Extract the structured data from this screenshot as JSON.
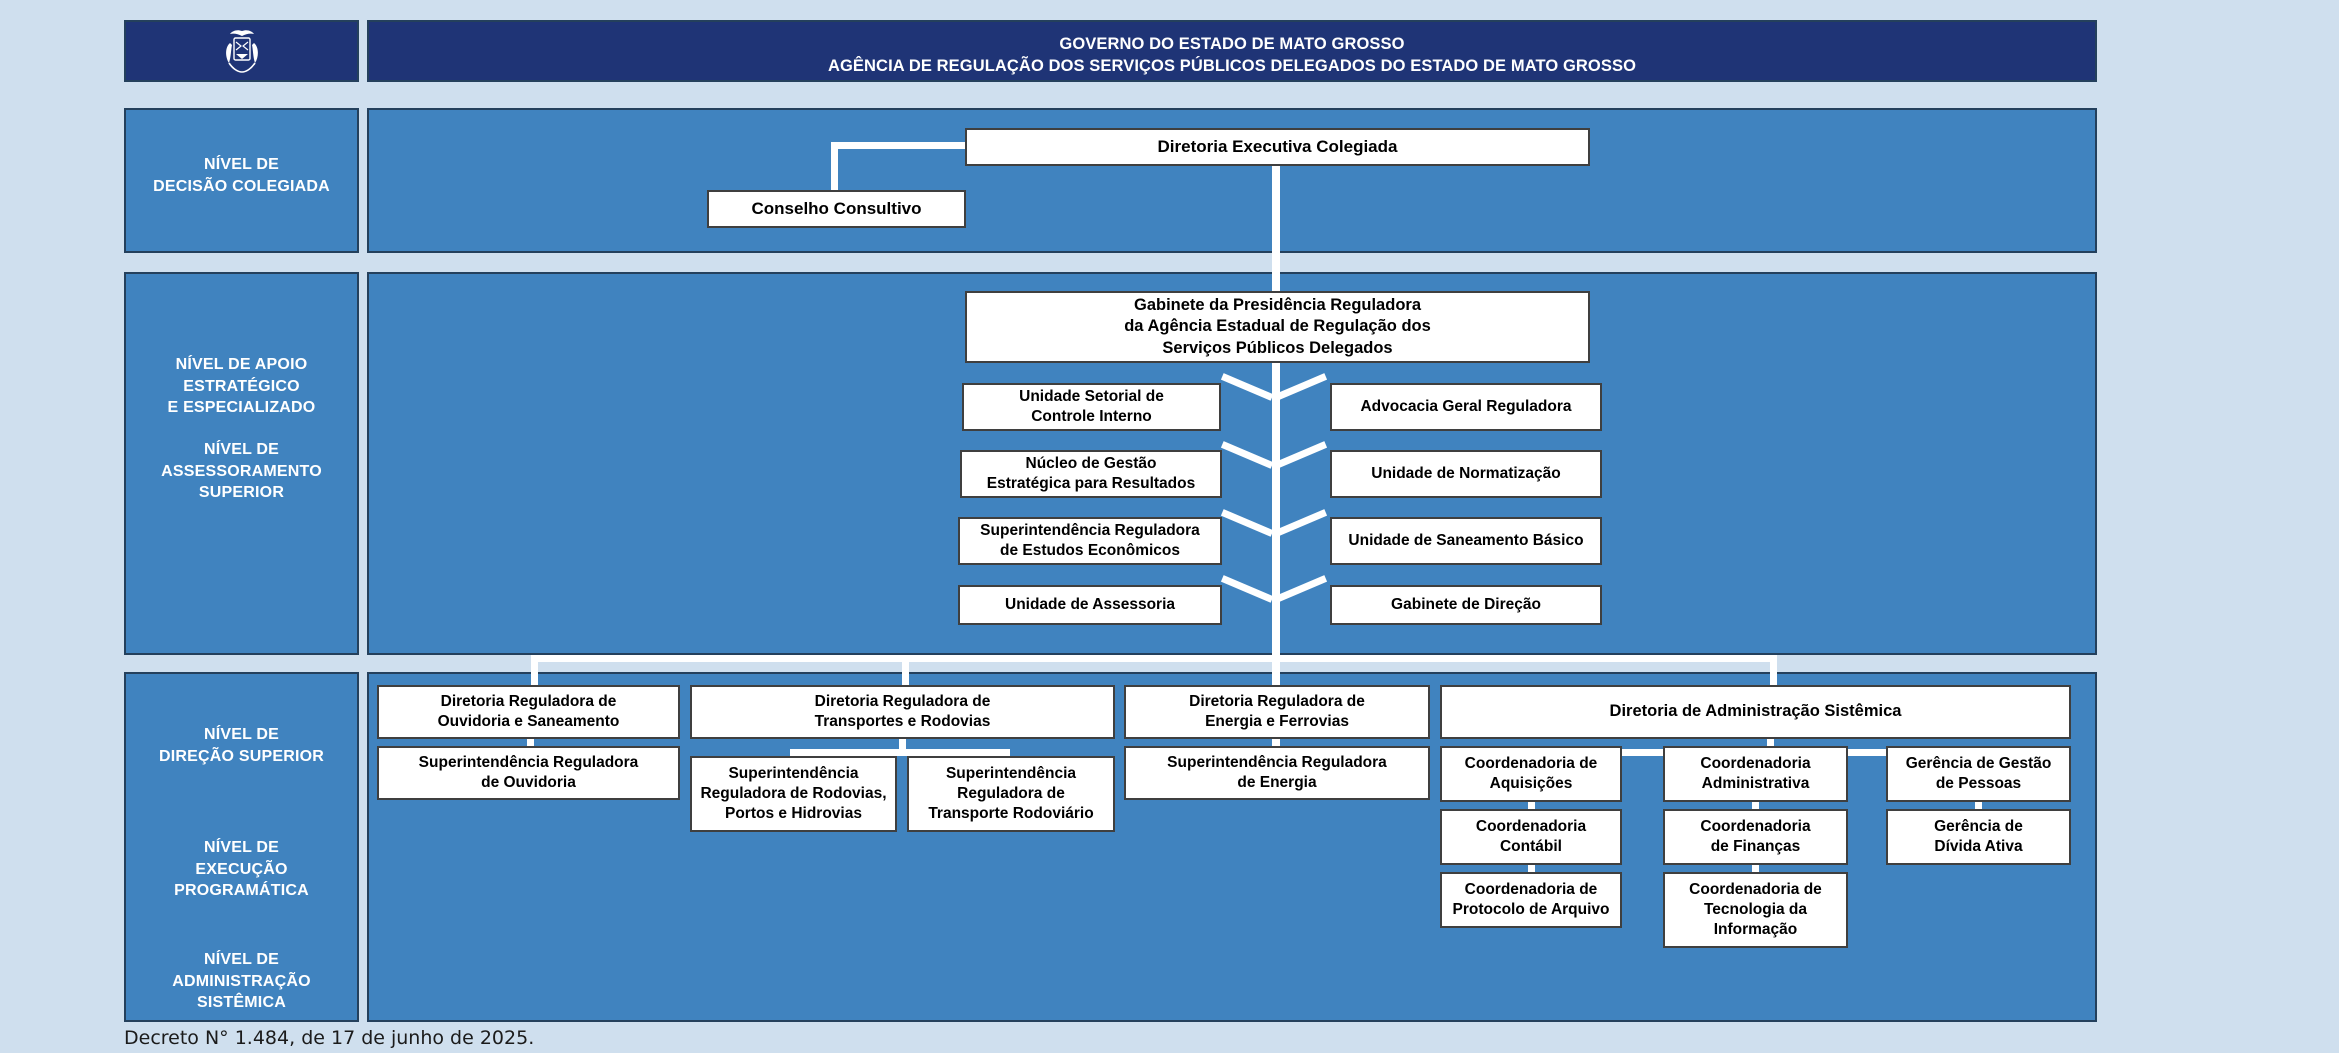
{
  "header": {
    "line1": "GOVERNO DO ESTADO DE MATO GROSSO",
    "line2": "AGÊNCIA DE REGULAÇÃO DOS SERVIÇOS PÚBLICOS DELEGADOS DO ESTADO DE MATO GROSSO",
    "crest_icon": "mato-grosso-coat-of-arms-icon"
  },
  "levels": {
    "decisao": "NÍVEL DE\nDECISÃO COLEGIADA",
    "apoio": "NÍVEL DE APOIO\nESTRATÉGICO\nE ESPECIALIZADO",
    "assessoramento": "NÍVEL DE\nASSESSORAMENTO\nSUPERIOR",
    "direcao": "NÍVEL DE\nDIREÇÃO SUPERIOR",
    "execucao": "NÍVEL DE\nEXECUÇÃO PROGRAMÁTICA",
    "administracao": "NÍVEL DE\nADMINISTRAÇÃO SISTÊMICA"
  },
  "nodes": {
    "diretoria_executiva": "Diretoria Executiva Colegiada",
    "conselho_consultivo": "Conselho Consultivo",
    "gabinete_presidencia": "Gabinete da Presidência Reguladora\nda Agência Estadual de Regulação dos\nServiços Públicos Delegados",
    "controle_interno": "Unidade Setorial de\nControle Interno",
    "advocacia": "Advocacia Geral Reguladora",
    "nucleo_gestao": "Núcleo de Gestão\nEstratégica para Resultados",
    "normatizacao": "Unidade de Normatização",
    "estudos_economicos": "Superintendência Reguladora\nde Estudos Econômicos",
    "saneamento_basico": "Unidade de Saneamento Básico",
    "assessoria": "Unidade de Assessoria",
    "gabinete_direcao": "Gabinete de Direção",
    "dir_ouvidoria": "Diretoria Reguladora de\nOuvidoria e Saneamento",
    "sup_ouvidoria": "Superintendência Reguladora\nde Ouvidoria",
    "dir_transportes": "Diretoria Reguladora de\nTransportes e Rodovias",
    "sup_rodovias": "Superintendência\nReguladora de Rodovias,\nPortos e Hidrovias",
    "sup_transporte_rodoviario": "Superintendência\nReguladora de\nTransporte Rodoviário",
    "dir_energia": "Diretoria Reguladora de\nEnergia e Ferrovias",
    "sup_energia": "Superintendência Reguladora\nde Energia",
    "dir_administracao": "Diretoria de Administração Sistêmica",
    "coord_aquisicoes": "Coordenadoria de\nAquisições",
    "coord_administrativa": "Coordenadoria\nAdministrativa",
    "ger_gestao_pessoas": "Gerência de Gestão\nde Pessoas",
    "coord_contabil": "Coordenadoria\nContábil",
    "coord_financas": "Coordenadoria\nde Finanças",
    "ger_divida_ativa": "Gerência de\nDívida Ativa",
    "coord_protocolo": "Coordenadoria de\nProtocolo de Arquivo",
    "coord_tecnologia": "Coordenadoria de\nTecnologia da\nInformação"
  },
  "footer": {
    "decree": "Decreto N° 1.484, de 17 de junho de 2025."
  },
  "colors": {
    "background": "#cfdfee",
    "panel": "#4083bf",
    "header_navy": "#1f3476",
    "box_fill": "#ffffff",
    "box_border": "#3f3f3f",
    "panel_border": "#24405c",
    "connector": "#ffffff"
  }
}
